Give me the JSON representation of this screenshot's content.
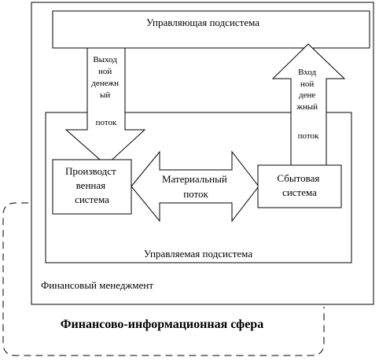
{
  "diagram": {
    "outer_label": "Финансовый менеджмент",
    "sphere_label": "Финансово-информационная сфера",
    "control_subsystem": "Управляющая подсистема",
    "managed_subsystem": "Управляемая подсистема",
    "production_system": [
      "Производст",
      "венная",
      "система"
    ],
    "sales_system": [
      "Сбытовая",
      "система"
    ],
    "material_flow": [
      "Материальный",
      "поток"
    ],
    "outgoing_flow": [
      "Выход",
      "ной",
      "денежн",
      "ый",
      "",
      "поток"
    ],
    "incoming_flow": [
      "Вход",
      "ной",
      "дене",
      "жный",
      "",
      "поток"
    ]
  }
}
